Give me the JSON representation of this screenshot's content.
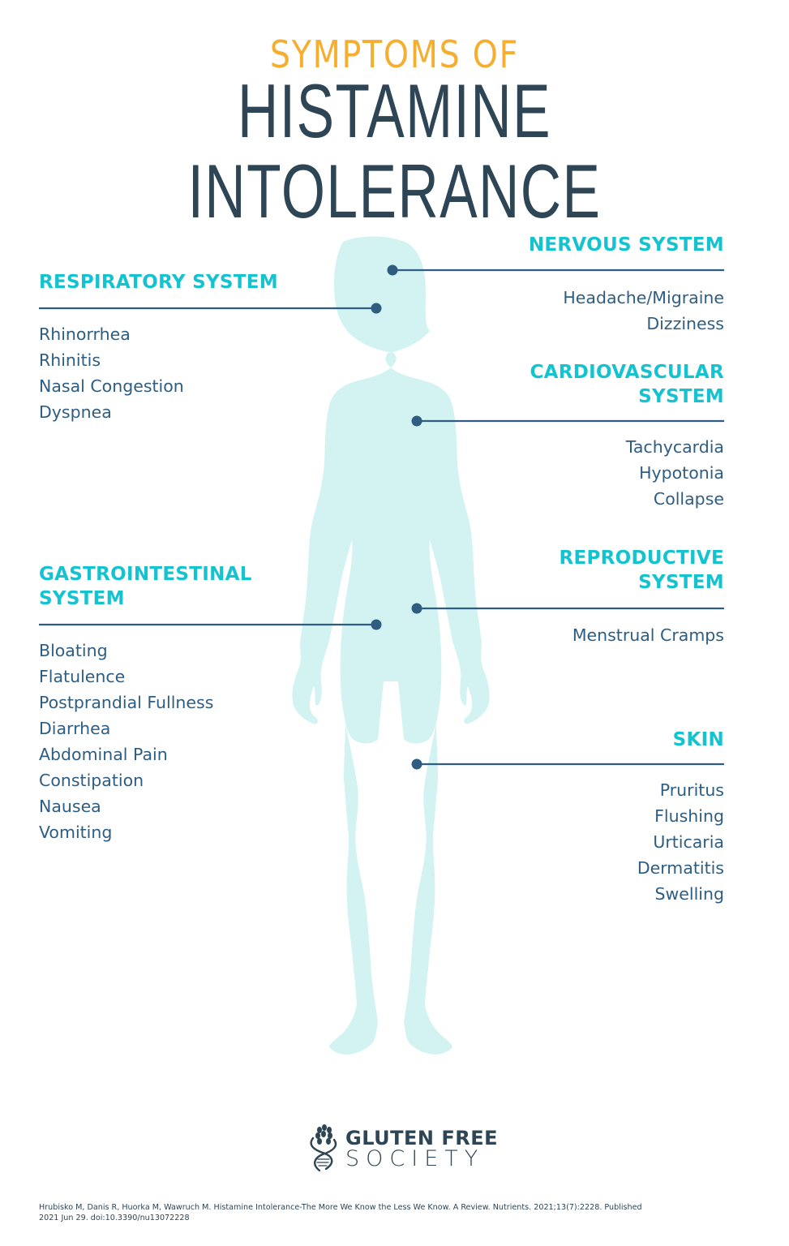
{
  "header": {
    "subtitle": "SYMPTOMS OF",
    "title": "HISTAMINE INTOLERANCE"
  },
  "colors": {
    "subtitle": "#f5ae2f",
    "title": "#2d4554",
    "heading": "#14c3cf",
    "item_text": "#2f5d82",
    "connector": "#2f5d82",
    "silhouette": "#d2f3f2"
  },
  "sections": {
    "respiratory": {
      "heading": "RESPIRATORY SYSTEM",
      "items": [
        "Rhinorrhea",
        "Rhinitis",
        "Nasal Congestion",
        "Dyspnea"
      ]
    },
    "nervous": {
      "heading": "NERVOUS SYSTEM",
      "items": [
        "Headache/Migraine",
        "Dizziness"
      ]
    },
    "cardiovascular": {
      "heading_line1": "CARDIOVASCULAR",
      "heading_line2": "SYSTEM",
      "items": [
        "Tachycardia",
        "Hypotonia",
        "Collapse"
      ]
    },
    "gastrointestinal": {
      "heading_line1": "GASTROINTESTINAL",
      "heading_line2": "SYSTEM",
      "items": [
        "Bloating",
        "Flatulence",
        "Postprandial Fullness",
        "Diarrhea",
        "Abdominal Pain",
        "Constipation",
        "Nausea",
        "Vomiting"
      ]
    },
    "reproductive": {
      "heading_line1": "REPRODUCTIVE",
      "heading_line2": "SYSTEM",
      "items": [
        "Menstrual Cramps"
      ]
    },
    "skin": {
      "heading": "SKIN",
      "items": [
        "Pruritus",
        "Flushing",
        "Urticaria",
        "Dermatitis",
        "Swelling"
      ]
    }
  },
  "logo": {
    "line1": "GLUTEN FREE",
    "line2": "SOCIETY"
  },
  "citation": {
    "line1": "Hrubisko M, Danis R, Huorka M, Wawruch M. Histamine Intolerance-The More We Know the Less We Know. A Review. Nutrients. 2021;13(7):2228. Published",
    "line2": "2021 Jun 29. doi:10.3390/nu13072228"
  }
}
